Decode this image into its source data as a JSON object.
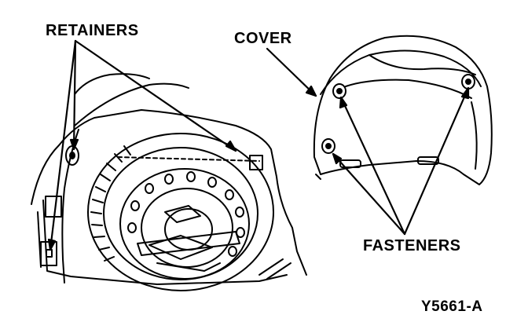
{
  "labels": {
    "retainers": "RETAINERS",
    "cover": "COVER",
    "fasteners": "FASTENERS",
    "figure_id": "Y5661-A"
  },
  "colors": {
    "ink": "#000000",
    "paper": "#ffffff"
  }
}
